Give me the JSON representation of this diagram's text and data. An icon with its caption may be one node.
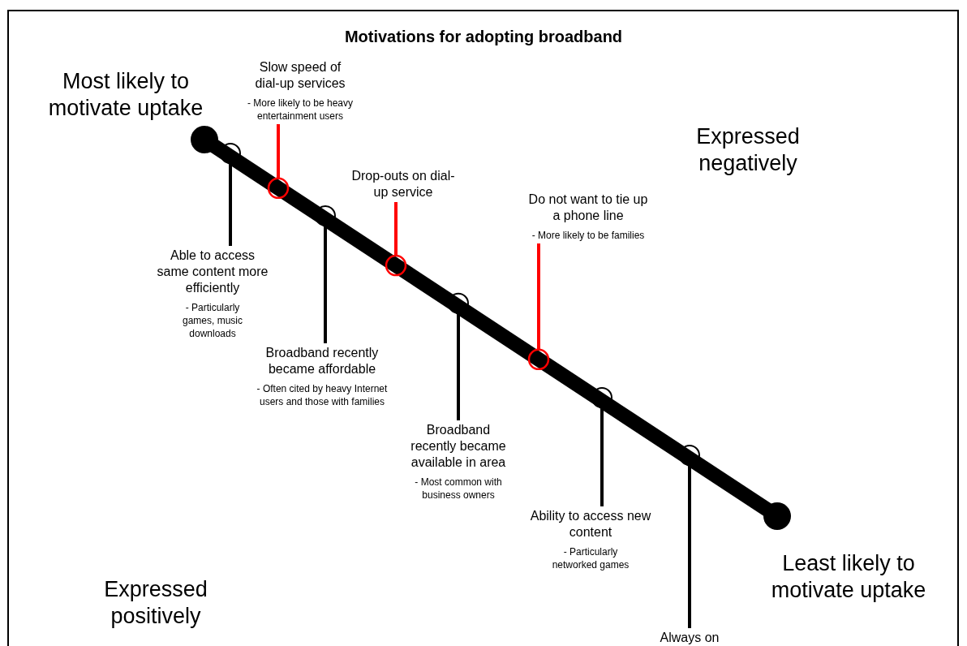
{
  "diagram": {
    "title": "Motivations for adopting broadband",
    "nodes": [
      {
        "text": [
          "Slow speed of dial-up services",
          "- More likely to be heavy entertainment users"
        ]
      },
      {
        "text": [
          "Drop-outs on dial-up service"
        ]
      },
      {
        "text": [
          "Do not want to tie up a phone line",
          "- More likely to be families"
        ]
      },
      {
        "text": [
          "Able to access same content more efficiently",
          "- Particularly games, music downloads"
        ]
      },
      {
        "text": [
          "Broadband recently became affordable",
          "- Often cited by heavy Internet users and those with families"
        ]
      },
      {
        "text": [
          "Broadband recently became available in area",
          "- Most common with business owners"
        ]
      },
      {
        "text": [
          "Ability to access new content",
          "- Particularly networked games"
        ]
      },
      {
        "text": [
          "Always on"
        ]
      },
      {
        "text": [],
        "shape": "circle"
      },
      {
        "text": [],
        "shape": "circle"
      },
      {
        "text": [],
        "shape": "circle"
      },
      {
        "text": [],
        "shape": "circle"
      },
      {
        "text": [],
        "shape": "circle"
      },
      {
        "text": [],
        "shape": "circle"
      },
      {
        "text": [],
        "shape": "circle"
      },
      {
        "text": [],
        "shape": "circle"
      }
    ],
    "edges": [
      {
        "from": 3,
        "to": 8,
        "arrow": "none"
      },
      {
        "from": 0,
        "to": 9,
        "arrow": "none",
        "color": "#ff0000"
      },
      {
        "from": 4,
        "to": 10,
        "arrow": "none"
      },
      {
        "from": 1,
        "to": 11,
        "arrow": "none",
        "color": "#ff0000"
      },
      {
        "from": 5,
        "to": 12,
        "arrow": "none"
      },
      {
        "from": 2,
        "to": 13,
        "arrow": "none",
        "color": "#ff0000"
      },
      {
        "from": 6,
        "to": 14,
        "arrow": "none"
      },
      {
        "from": 7,
        "to": 15,
        "arrow": "none"
      }
    ],
    "labels": [
      "Most likely to motivate uptake",
      "Expressed negatively",
      "Least likely to motivate uptake",
      "Expressed positively"
    ]
  }
}
